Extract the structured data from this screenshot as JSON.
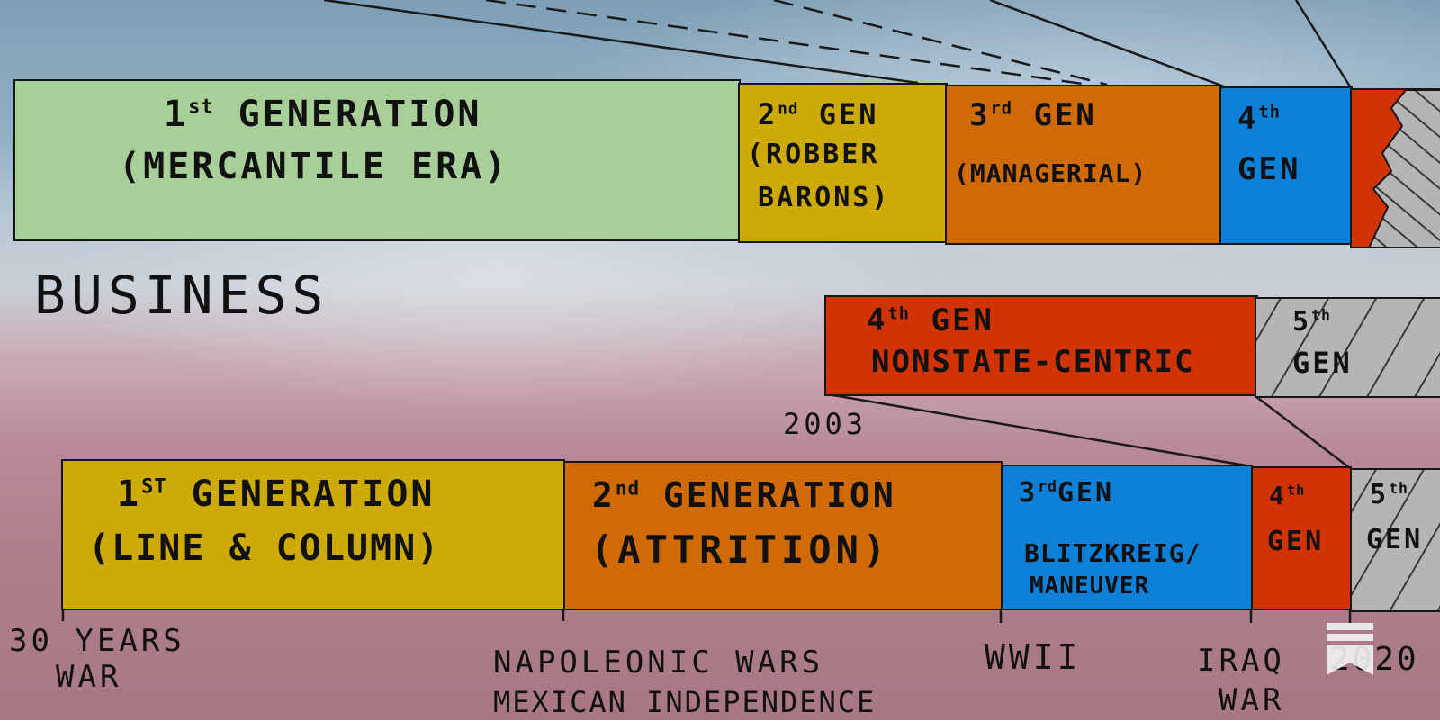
{
  "business": {
    "section_label": "BUSINESS",
    "blocks": [
      {
        "num": "1",
        "sup": "st",
        "line1": " GENERATION",
        "line2": "(MERCANTILE ERA)"
      },
      {
        "num": "2",
        "sup": "nd",
        "line1": " GEN",
        "line2": "(ROBBER",
        "line3": "BARONS)"
      },
      {
        "num": "3",
        "sup": "rd",
        "line1": " GEN",
        "line2": "(MANAGERIAL)"
      },
      {
        "num": "4",
        "sup": "th",
        "line1": "",
        "line2": "GEN"
      }
    ]
  },
  "state": {
    "block": {
      "num": "4",
      "sup": "th",
      "line1": " GEN",
      "line2": "NONSTATE-CENTRIC"
    },
    "block5": {
      "num": "5",
      "sup": "th",
      "line2": "GEN"
    },
    "year": "2003"
  },
  "warfare": {
    "blocks": [
      {
        "num": "1",
        "sup": "ST",
        "line1": " GENERATION",
        "line2": "(LINE & COLUMN)"
      },
      {
        "num": "2",
        "sup": "nd",
        "line1": " GENERATION",
        "line2": "(ATTRITION)"
      },
      {
        "num": "3",
        "sup": "rd",
        "line1": "GEN",
        "line2": "BLITZKREIG/",
        "line3": "MANEUVER"
      },
      {
        "num": "4",
        "sup": "th",
        "line2": "GEN"
      },
      {
        "num": "5",
        "sup": "th",
        "line2": "GEN"
      }
    ],
    "timeline": [
      {
        "line1": "30 YEARS",
        "line2": "WAR"
      },
      {
        "line1": "NAPOLEONIC WARS",
        "line2": "MEXICAN INDEPENDENCE"
      },
      {
        "line1": "WWII",
        "line2": ""
      },
      {
        "line1": "IRAQ",
        "line2": "WAR"
      },
      {
        "line1": "2020",
        "line2": ""
      }
    ]
  },
  "colors": {
    "light_green": "#a8cf98",
    "yellow": "#cdaa06",
    "orange": "#cf6a05",
    "blue": "#0f80d8",
    "red": "#cf3306",
    "gray_hatch": "#b5b5b5"
  },
  "icons": [
    "bookmark-icon"
  ]
}
